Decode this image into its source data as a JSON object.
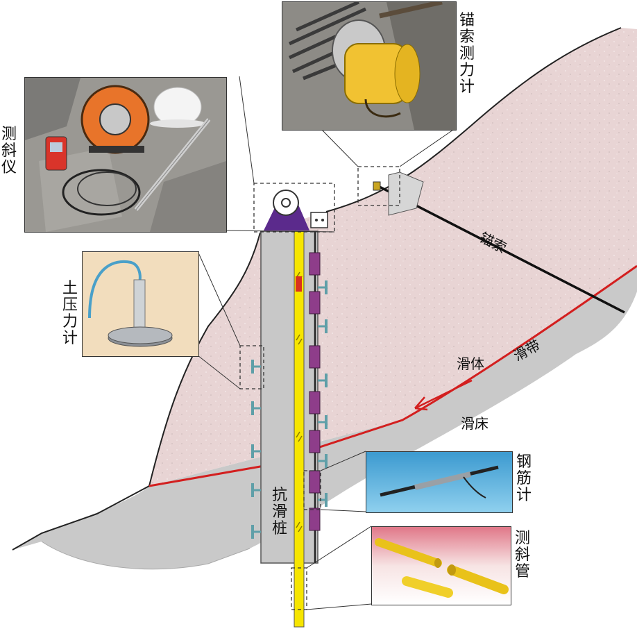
{
  "colors": {
    "slide_body": "#e8d4d4",
    "slide_bed": "#c9c9c9",
    "slip_zone": "#d31f1f",
    "pile": "#c8c8c8",
    "inclinometer_tube": "#f6e500",
    "rebar_meter": "#8e3d8a",
    "pressure_cell": "#5f9fa8",
    "anchor": "#111111",
    "bracket": "#5b2a8c"
  },
  "labels": {
    "inclinometer": "测斜仪",
    "anchor_cell": "锚索测力计",
    "earth_pressure_cell": "土压力计",
    "anchor_cable": "锚索",
    "slide_body": "滑体",
    "slip_zone": "滑带",
    "slide_bed": "滑床",
    "anti_slide_pile": "抗滑桩",
    "rebar_meter": "钢筋计",
    "inclinometer_casing": "测斜管"
  },
  "icons": {
    "inclinometer_photo": "inclinometer-photo",
    "anchor_cell_photo": "anchor-load-cell-photo",
    "earth_pressure_photo": "earth-pressure-cell-photo",
    "rebar_meter_photo": "rebar-meter-photo",
    "casing_photo": "inclinometer-casing-photo"
  }
}
